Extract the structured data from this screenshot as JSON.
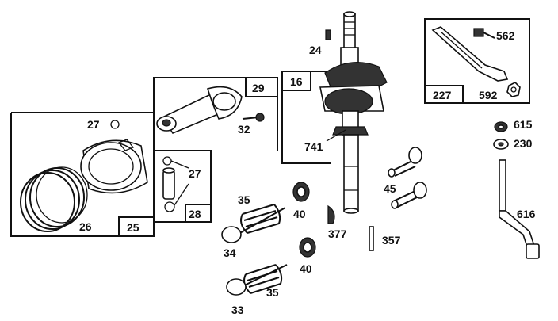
{
  "labels": {
    "l24": "24",
    "l16": "16",
    "l29": "29",
    "l32": "32",
    "l27a": "27",
    "l27b": "27",
    "l28": "28",
    "l25": "25",
    "l26": "26",
    "l741": "741",
    "l35a": "35",
    "l35b": "35",
    "l40a": "40",
    "l40b": "40",
    "l34": "34",
    "l33": "33",
    "l377": "377",
    "l357": "357",
    "l45": "45",
    "l562": "562",
    "l227": "227",
    "l592": "592",
    "l615": "615",
    "l230": "230",
    "l616": "616"
  }
}
